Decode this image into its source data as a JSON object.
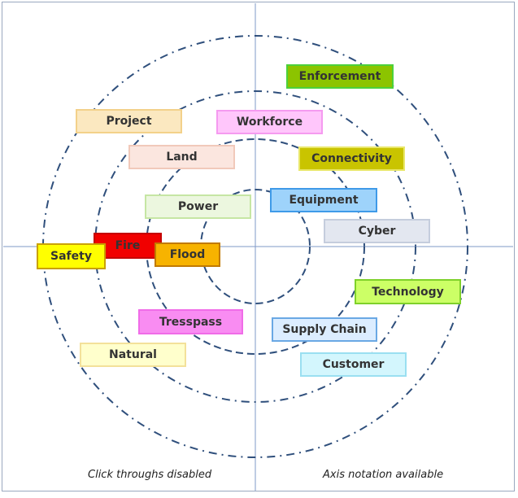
{
  "items": [
    {
      "key": "enforcement",
      "label": "Enforcement",
      "fill": "#8cc400",
      "border": "#4cd13a"
    },
    {
      "key": "project",
      "label": "Project",
      "fill": "#fbe8c0",
      "border": "#f3d18a"
    },
    {
      "key": "workforce",
      "label": "Workforce",
      "fill": "#ffc6fb",
      "border": "#f59af0"
    },
    {
      "key": "land",
      "label": "Land",
      "fill": "#fbe6df",
      "border": "#f1c9ba"
    },
    {
      "key": "connectivity",
      "label": "Connectivity",
      "fill": "#c9c400",
      "border": "#e9e76a"
    },
    {
      "key": "power",
      "label": "Power",
      "fill": "#ecf7df",
      "border": "#c6e6a4"
    },
    {
      "key": "equipment",
      "label": "Equipment",
      "fill": "#9ed3fb",
      "border": "#3f9ae8"
    },
    {
      "key": "cyber",
      "label": "Cyber",
      "fill": "#e3e7f0",
      "border": "#c5cddd"
    },
    {
      "key": "fire",
      "label": "Fire",
      "fill": "#f10000",
      "border": "#c40000"
    },
    {
      "key": "safety",
      "label": "Safety",
      "fill": "#ffff00",
      "border": "#c9a100"
    },
    {
      "key": "flood",
      "label": "Flood",
      "fill": "#f7b300",
      "border": "#c17a00"
    },
    {
      "key": "technology",
      "label": "Technology",
      "fill": "#ccff66",
      "border": "#7fd12a"
    },
    {
      "key": "tresspass",
      "label": "Tresspass",
      "fill": "#f98cf2",
      "border": "#f06ce8"
    },
    {
      "key": "supply_chain",
      "label": "Supply Chain",
      "fill": "#dcedff",
      "border": "#6aa8e4"
    },
    {
      "key": "natural",
      "label": "Natural",
      "fill": "#ffffcc",
      "border": "#f3e19a"
    },
    {
      "key": "customer",
      "label": "Customer",
      "fill": "#d3f6fd",
      "border": "#9adff1"
    }
  ],
  "captions": {
    "left": "Click throughs disabled",
    "right": "Axis notation available"
  },
  "colors": {
    "ring": "#2f4f7c",
    "axis": "#7f9ac7"
  }
}
